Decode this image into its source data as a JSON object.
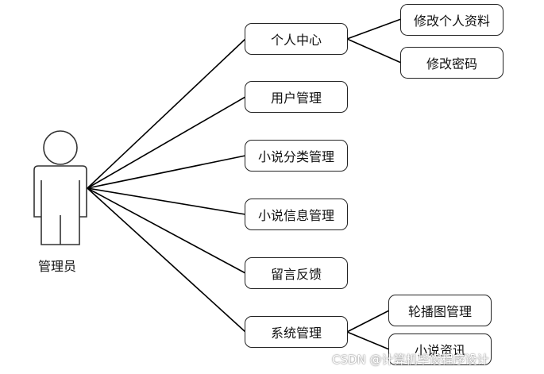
{
  "actor": {
    "label": "管理员",
    "icon": "person-icon"
  },
  "use_cases": [
    {
      "id": "personal-center",
      "label": "个人中心"
    },
    {
      "id": "user-management",
      "label": "用户管理"
    },
    {
      "id": "novel-category-management",
      "label": "小说分类管理"
    },
    {
      "id": "novel-info-management",
      "label": "小说信息管理"
    },
    {
      "id": "message-feedback",
      "label": "留言反馈"
    },
    {
      "id": "system-management",
      "label": "系统管理"
    }
  ],
  "sub_cases": {
    "personal-center": [
      {
        "id": "edit-profile",
        "label": "修改个人资料"
      },
      {
        "id": "change-password",
        "label": "修改密码"
      }
    ],
    "system-management": [
      {
        "id": "carousel-management",
        "label": "轮播图管理"
      },
      {
        "id": "novel-news",
        "label": "小说资讯"
      }
    ]
  },
  "watermark": "CSDN @计算机毕设程序设计"
}
